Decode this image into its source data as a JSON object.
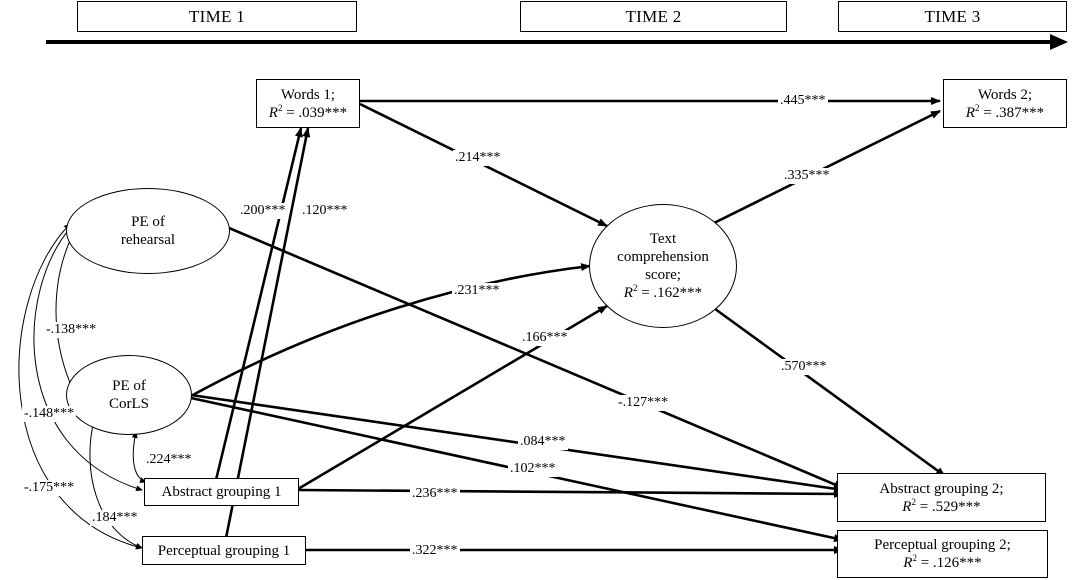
{
  "time_labels": {
    "t1": "TIME 1",
    "t2": "TIME 2",
    "t3": "TIME 3"
  },
  "nodes": {
    "words1": {
      "name": "Words 1;",
      "r2_value": " = .039***"
    },
    "words2": {
      "name": "Words 2;",
      "r2_value": " = .387***"
    },
    "pe_rehearsal": {
      "line1": "PE of",
      "line2": "rehearsal"
    },
    "pe_corls": {
      "line1": "PE of",
      "line2": "CorLS"
    },
    "text_comp": {
      "line1": "Text",
      "line2": "comprehension",
      "line3": "score;",
      "r2_value": " = .162***"
    },
    "abstract1": {
      "label": "Abstract grouping 1"
    },
    "perceptual1": {
      "label": "Perceptual grouping 1"
    },
    "abstract2": {
      "name": "Abstract grouping 2;",
      "r2_value": " = .529***"
    },
    "perceptual2": {
      "name": "Perceptual grouping 2;",
      "r2_value": " = .126***"
    }
  },
  "r2_symbol": {
    "letter": "R",
    "exponent": "2"
  },
  "coefficients": {
    "words1_words2": ".445***",
    "words1_text": ".214***",
    "text_words2": ".335***",
    "text_abstract2": ".570***",
    "corls_text": ".231***",
    "abstract1_text": ".166***",
    "rehearsal_abstract2": "-.127***",
    "corls_abstract2": ".084***",
    "corls_perceptual2": ".102***",
    "abstract1_abstract2": ".236***",
    "perceptual1_perceptual2": ".322***",
    "abstract1_words1": ".200***",
    "perceptual1_words1": ".120***",
    "cov_rehearsal_corls": "-.138***",
    "cov_rehearsal_abstract1": "-.148***",
    "cov_rehearsal_perceptual1": "-.175***",
    "cov_corls_abstract1": ".224***",
    "cov_corls_perceptual1": ".184***"
  }
}
